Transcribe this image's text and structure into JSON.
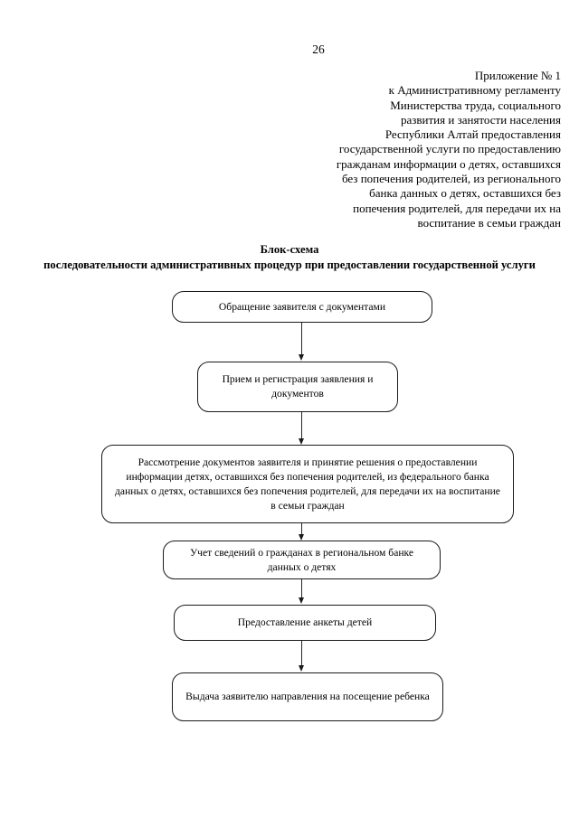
{
  "page": {
    "number": "26",
    "language": "ru"
  },
  "appendix_heading": {
    "lines": [
      "Приложение № 1",
      "к Административному регламенту",
      "Министерства труда, социального",
      "развития и занятости населения",
      "Республики Алтай предоставления",
      "государственной услуги по предоставлению",
      "гражданам информации о детях, оставшихся",
      "без попечения родителей, из регионального",
      "банка данных о детях, оставшихся без",
      "попечения родителей, для передачи их на",
      "воспитание в семьи граждан"
    ]
  },
  "document_title": {
    "line1": "Блок-схема",
    "line2": "последовательности административных процедур при предоставлении государственной услуги"
  },
  "flowchart": {
    "nodes": [
      {
        "id": "node-1",
        "name": "flow-node-application-submission",
        "text": "Обращение заявителя с документами"
      },
      {
        "id": "node-2",
        "name": "flow-node-receipt-registration",
        "text": "Прием и регистрация заявления и документов"
      },
      {
        "id": "node-3",
        "name": "flow-node-document-review-decision",
        "text": "Рассмотрение документов заявителя и принятие решения о предоставлении информации детях, оставшихся без попечения родителей, из федерального банка данных о детях, оставшихся без попечения родителей, для передачи их на воспитание в семьи граждан"
      },
      {
        "id": "node-4",
        "name": "flow-node-citizen-record-regional-bank",
        "text": "Учет сведений о гражданах в региональном банке данных о детях"
      },
      {
        "id": "node-5",
        "name": "flow-node-provide-child-profile",
        "text": "Предоставление анкеты детей"
      },
      {
        "id": "node-6",
        "name": "flow-node-issue-visit-referral",
        "text": "Выдача заявителю направления на посещение ребенка"
      }
    ],
    "connectors": [
      {
        "from": "node-1",
        "to": "node-2"
      },
      {
        "from": "node-2",
        "to": "node-3"
      },
      {
        "from": "node-3",
        "to": "node-4"
      },
      {
        "from": "node-4",
        "to": "node-5"
      },
      {
        "from": "node-5",
        "to": "node-6"
      }
    ]
  },
  "colors": {
    "page_background": "#ffffff",
    "text": "#000000",
    "node_border": "#1a1a1a",
    "connector": "#262626"
  }
}
